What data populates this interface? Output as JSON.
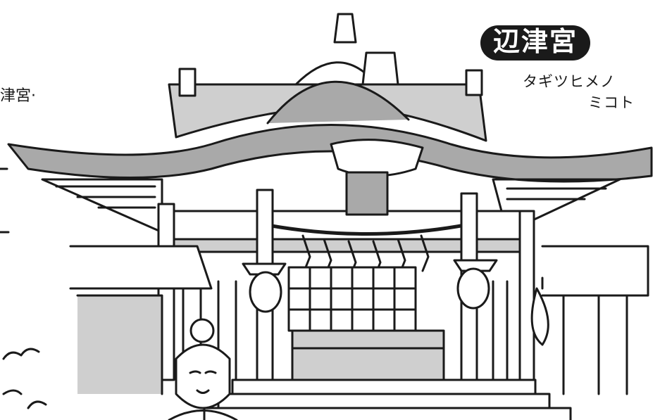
{
  "illustration": {
    "title": "辺津宮",
    "deity_line1": "タギツヒメノ",
    "deity_line2": "ミコト",
    "side_text": "津宮·",
    "colors": {
      "ink": "#1a1a1a",
      "roof_gray": "#a9a9a9",
      "light_gray": "#cfcfcf",
      "paper": "#ffffff"
    }
  }
}
